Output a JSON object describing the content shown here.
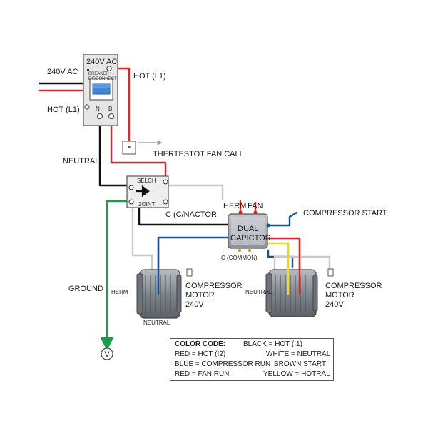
{
  "labels": {
    "supply": "240V AC",
    "panel_title": "240V AC",
    "breaker_text_1": "BREAKER",
    "breaker_text_2": "DISCONNECT",
    "terminal_n": "N",
    "terminal_b": "B",
    "hot_l1_top": "HOT (L1)",
    "hot_l1_left": "HOT (L1)",
    "thermostat": "THERTESTOT FAN CALL",
    "neutral_left": "NEUTRAL",
    "contactor_top": "SELCH",
    "contactor_bottom": "2OINT",
    "contactor_label": "C (C/NACTOR",
    "herm_top": "HERM",
    "fan_top": "FAN",
    "capacitor_1": "DUAL",
    "capacitor_2": "CAPICTOR",
    "common": "C (COMMON)",
    "compressor_start": "COMPRESSOR START",
    "ground": "GROUND",
    "herm_left": "HERM",
    "neutral_right": "NEUTRAL",
    "motor_left_1": "COMPRESSOR",
    "motor_left_2": "MOTOR",
    "motor_left_3": "240V",
    "motor_right_1": "COMPRESSOR",
    "motor_right_2": "MOTOR",
    "motor_right_3": "240V",
    "neutral_bottom": "NEUTRAL",
    "ground_symbol": "V"
  },
  "legend": {
    "title": "COLOR CODE:",
    "r1_right": "BLACK = HOT (I1)",
    "r2_left": "RED = HOT (I2)",
    "r2_right": "WHITE = NEUTRAL",
    "r3_left": "BLUE = COMPRESSOR RUN",
    "r3_right": "BROWN START",
    "r4_left": "RED = FAN RUN",
    "r4_right": "YELLOW = HOTRAL"
  },
  "colors": {
    "black": "#111111",
    "red": "#d9262c",
    "white_wire": "#c8c8c8",
    "blue": "#1a4f9c",
    "green": "#1d9a4a",
    "yellow": "#f2d80f",
    "brown": "#8a5a2b",
    "panel_grey": "#e6e6e6",
    "breaker_blue": "#3f86d6"
  }
}
